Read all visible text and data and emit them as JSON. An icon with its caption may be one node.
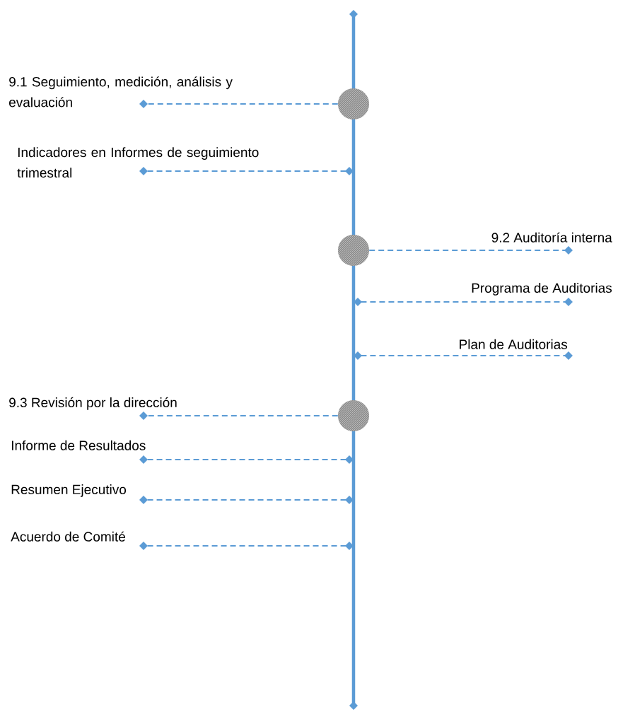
{
  "diagram": {
    "nodes": [
      {
        "text": [],
        "shape": "circle"
      },
      {
        "text": [],
        "shape": "circle"
      },
      {
        "text": [],
        "shape": "circle"
      },
      {
        "text": [
          "9.1 Seguimiento, medición, análisis y evaluación"
        ]
      },
      {
        "text": [
          "Indicadores en Informes de seguimiento trimestral"
        ]
      },
      {
        "text": [
          "9.2 Auditoría interna"
        ]
      },
      {
        "text": [
          "Programa de Auditorias"
        ]
      },
      {
        "text": [
          "Plan de Auditorias"
        ]
      },
      {
        "text": [
          "9.3 Revisión por la dirección"
        ]
      },
      {
        "text": [
          "Informe de Resultados"
        ]
      },
      {
        "text": [
          "Resumen Ejecutivo"
        ]
      },
      {
        "text": [
          "Acuerdo de Comité"
        ]
      }
    ],
    "edges": [
      {
        "from": 0,
        "to": 3,
        "arrow": "other",
        "style": "dashed"
      },
      {
        "from": null,
        "to": 4,
        "arrow": "other",
        "style": "dashed"
      },
      {
        "from": 1,
        "to": 5,
        "arrow": "other",
        "style": "dashed"
      },
      {
        "from": null,
        "to": 6,
        "arrow": "other",
        "style": "dashed"
      },
      {
        "from": null,
        "to": 7,
        "arrow": "other",
        "style": "dashed"
      },
      {
        "from": 2,
        "to": 8,
        "arrow": "other",
        "style": "dashed"
      },
      {
        "from": null,
        "to": 9,
        "arrow": "other",
        "style": "dashed"
      },
      {
        "from": null,
        "to": 10,
        "arrow": "other",
        "style": "dashed"
      },
      {
        "from": null,
        "to": 11,
        "arrow": "other",
        "style": "dashed"
      }
    ]
  }
}
